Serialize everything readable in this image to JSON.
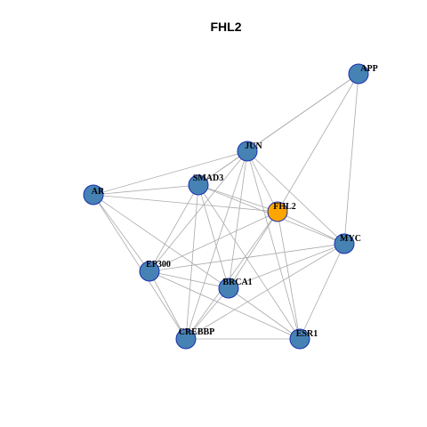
{
  "title": "FHL2",
  "colors": {
    "node_default": "#4682b4",
    "node_highlight": "#ffa500",
    "node_border": "#1a2fb0",
    "edge": "#aaaaaa",
    "background": "#ffffff"
  },
  "network": {
    "nodes": [
      {
        "id": "APP",
        "label": "APP",
        "highlight": false
      },
      {
        "id": "JUN",
        "label": "JUN",
        "highlight": false
      },
      {
        "id": "SMAD3",
        "label": "SMAD3",
        "highlight": false
      },
      {
        "id": "AR",
        "label": "AR",
        "highlight": false
      },
      {
        "id": "FHL2",
        "label": "FHL2",
        "highlight": true
      },
      {
        "id": "MYC",
        "label": "MYC",
        "highlight": false
      },
      {
        "id": "EP300",
        "label": "EP300",
        "highlight": false
      },
      {
        "id": "BRCA1",
        "label": "BRCA1",
        "highlight": false
      },
      {
        "id": "CREBBP",
        "label": "CREBBP",
        "highlight": false
      },
      {
        "id": "ESR1",
        "label": "ESR1",
        "highlight": false
      }
    ],
    "edges": [
      [
        "APP",
        "JUN"
      ],
      [
        "APP",
        "SMAD3"
      ],
      [
        "APP",
        "FHL2"
      ],
      [
        "APP",
        "MYC"
      ],
      [
        "JUN",
        "AR"
      ],
      [
        "JUN",
        "SMAD3"
      ],
      [
        "JUN",
        "FHL2"
      ],
      [
        "JUN",
        "MYC"
      ],
      [
        "JUN",
        "EP300"
      ],
      [
        "JUN",
        "BRCA1"
      ],
      [
        "JUN",
        "CREBBP"
      ],
      [
        "JUN",
        "ESR1"
      ],
      [
        "SMAD3",
        "AR"
      ],
      [
        "SMAD3",
        "FHL2"
      ],
      [
        "SMAD3",
        "MYC"
      ],
      [
        "SMAD3",
        "EP300"
      ],
      [
        "SMAD3",
        "BRCA1"
      ],
      [
        "SMAD3",
        "CREBBP"
      ],
      [
        "SMAD3",
        "ESR1"
      ],
      [
        "AR",
        "FHL2"
      ],
      [
        "AR",
        "EP300"
      ],
      [
        "AR",
        "BRCA1"
      ],
      [
        "AR",
        "CREBBP"
      ],
      [
        "FHL2",
        "MYC"
      ],
      [
        "FHL2",
        "EP300"
      ],
      [
        "FHL2",
        "BRCA1"
      ],
      [
        "FHL2",
        "CREBBP"
      ],
      [
        "FHL2",
        "ESR1"
      ],
      [
        "MYC",
        "EP300"
      ],
      [
        "MYC",
        "BRCA1"
      ],
      [
        "MYC",
        "CREBBP"
      ],
      [
        "MYC",
        "ESR1"
      ],
      [
        "EP300",
        "BRCA1"
      ],
      [
        "EP300",
        "CREBBP"
      ],
      [
        "EP300",
        "ESR1"
      ],
      [
        "BRCA1",
        "CREBBP"
      ],
      [
        "BRCA1",
        "ESR1"
      ],
      [
        "CREBBP",
        "ESR1"
      ]
    ]
  }
}
